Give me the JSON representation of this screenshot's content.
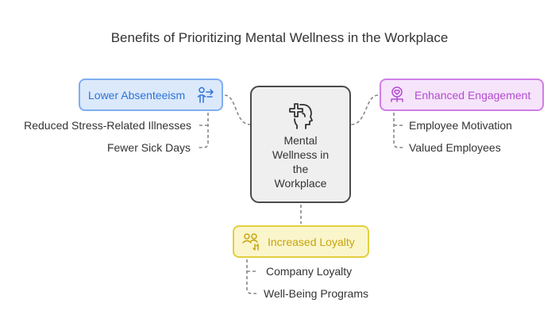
{
  "title": "Benefits of Prioritizing Mental Wellness in the Workplace",
  "center": {
    "lines": [
      "Mental",
      "Wellness in",
      "the",
      "Workplace"
    ],
    "icon": "brain-plus-icon"
  },
  "branches": {
    "left": {
      "label": "Lower Absenteeism",
      "icon": "person-arrow-icon",
      "color": "#2f73d6",
      "items": [
        "Reduced Stress-Related Illnesses",
        "Fewer Sick Days"
      ]
    },
    "right": {
      "label": "Enhanced Engagement",
      "icon": "team-heart-icon",
      "color": "#b34bd0",
      "items": [
        "Employee Motivation",
        "Valued Employees"
      ]
    },
    "bottom": {
      "label": "Increased Loyalty",
      "icon": "people-exchange-icon",
      "color": "#c6a50b",
      "items": [
        "Company Loyalty",
        "Well-Being Programs"
      ]
    }
  },
  "colors": {
    "connector": "#888888",
    "center_border": "#4a4a4a",
    "center_fill": "#efefef"
  }
}
